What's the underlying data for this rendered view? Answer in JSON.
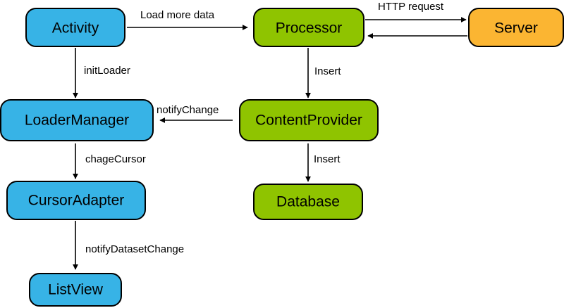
{
  "colors": {
    "blue": "#37b3e6",
    "green": "#8fc400",
    "orange": "#fbb532",
    "stroke": "#000000"
  },
  "nodes": {
    "activity": "Activity",
    "processor": "Processor",
    "server": "Server",
    "loader_manager": "LoaderManager",
    "content_provider": "ContentProvider",
    "cursor_adapter": "CursorAdapter",
    "database": "Database",
    "list_view": "ListView"
  },
  "edges": {
    "load_more_data": "Load more data",
    "http_request": "HTTP request",
    "init_loader": "initLoader",
    "insert_processor": "Insert",
    "notify_change": "notifyChange",
    "chage_cursor": "chageCursor",
    "insert_content_provider": "Insert",
    "notify_dataset_change": "notifyDatasetChange"
  }
}
